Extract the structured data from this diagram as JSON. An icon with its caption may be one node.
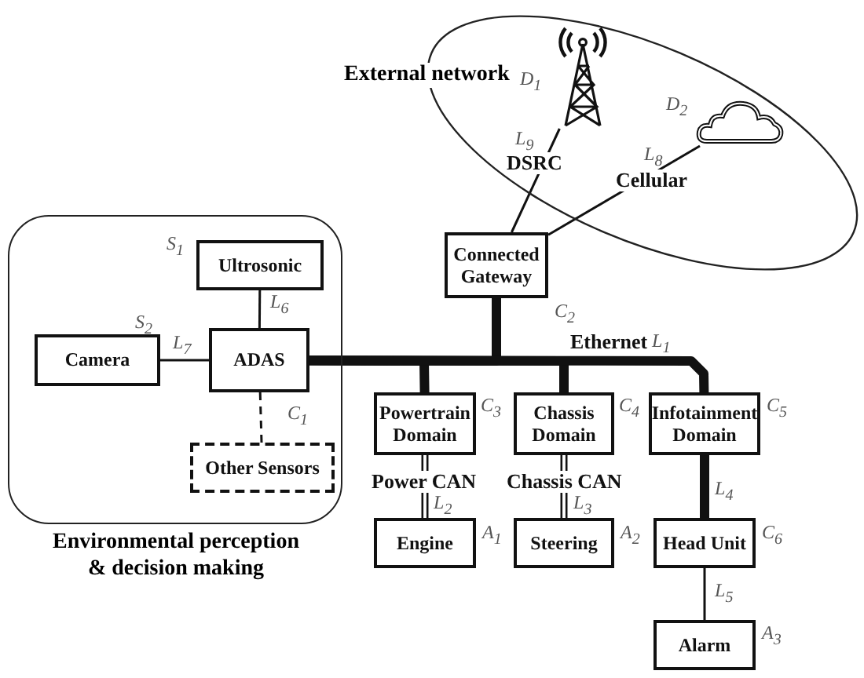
{
  "diagram": {
    "nodes": [
      {
        "text": [
          "Environmental perception & decision making"
        ]
      },
      {
        "text": [
          "Ultrosonic"
        ],
        "in": 0,
        "beside": [
          "S$_{1}$"
        ]
      },
      {
        "text": [
          "Camera"
        ],
        "in": 0,
        "beside": [
          "S$_{2}$"
        ]
      },
      {
        "text": [
          "ADAS"
        ],
        "in": 0,
        "beside": [
          "C$_{1}$"
        ]
      },
      {
        "text": [
          "Other Sensors"
        ],
        "in": 0
      },
      {
        "text": [
          "External network"
        ]
      },
      {
        "text": [],
        "shape": "picture",
        "in": 5,
        "beside": [
          "D$_{1}$"
        ]
      },
      {
        "text": [],
        "shape": "cloud",
        "in": 5,
        "beside": [
          "D$_{2}$"
        ]
      },
      {
        "text": [
          "Connected Gateway"
        ],
        "beside": [
          "C$_{2}$"
        ]
      },
      {
        "text": [
          "Powertrain Domain"
        ],
        "beside": [
          "C$_{3}$"
        ]
      },
      {
        "text": [
          "Chassis Domain"
        ],
        "beside": [
          "C$_{4}$"
        ]
      },
      {
        "text": [
          "Infotainment Domain"
        ],
        "beside": [
          "C$_{5}$"
        ]
      },
      {
        "text": [
          "Engine"
        ],
        "beside": [
          "A$_{1}$"
        ]
      },
      {
        "text": [
          "Steering"
        ],
        "beside": [
          "A$_{2}$"
        ]
      },
      {
        "text": [
          "Head Unit"
        ],
        "beside": [
          "C$_{6}$"
        ]
      },
      {
        "text": [
          "Alarm"
        ],
        "beside": [
          "A$_{3}$"
        ]
      }
    ],
    "edges": [
      {
        "from": 6,
        "to": 8,
        "arrow": "none",
        "label": "DSRC"
      },
      {
        "from": 7,
        "to": 8,
        "arrow": "none",
        "label": "Cellular"
      },
      {
        "from": 1,
        "to": 3,
        "arrow": "none"
      },
      {
        "from": 2,
        "to": 3,
        "arrow": "none"
      },
      {
        "from": 3,
        "to": 4,
        "arrow": "none",
        "style": "dashed"
      },
      {
        "from": 3,
        "to": 8,
        "arrow": "none",
        "style": "thick"
      },
      {
        "from": 3,
        "to": 9,
        "arrow": "none",
        "style": "thick"
      },
      {
        "from": 3,
        "to": 10,
        "arrow": "none",
        "style": "thick"
      },
      {
        "from": 3,
        "to": 11,
        "arrow": "none",
        "style": "thick"
      },
      {
        "from": 9,
        "to": 12,
        "arrow": "none",
        "label": "Power CAN"
      },
      {
        "from": 10,
        "to": 13,
        "arrow": "none",
        "label": "Chassis CAN"
      },
      {
        "from": 11,
        "to": 14,
        "arrow": "none",
        "style": "thick"
      },
      {
        "from": 14,
        "to": 15,
        "arrow": "none"
      }
    ],
    "labels": [
      "L$_{9}$",
      "L$_{8}$",
      "L$_{6}$",
      "L$_{7}$",
      "Ethernet",
      "L$_{1}$",
      "L$_{2}$",
      "L$_{3}$",
      "L$_{4}$",
      "L$_{5}$"
    ]
  }
}
